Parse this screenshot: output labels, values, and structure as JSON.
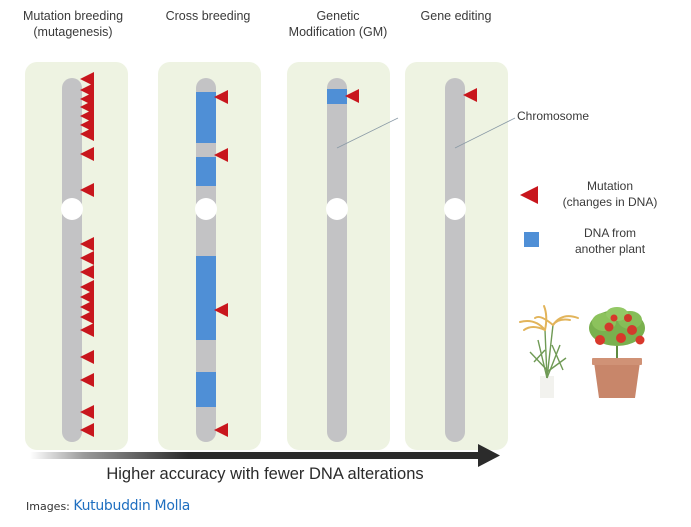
{
  "columns": [
    {
      "title_line1": "Mutation breeding",
      "title_line2": "(mutagenesis)",
      "mutations": [
        79,
        90,
        99,
        107,
        116,
        125,
        134,
        154,
        190,
        244,
        258,
        272,
        287,
        297,
        307,
        317,
        330,
        357,
        380,
        412,
        430
      ],
      "dna_segments": []
    },
    {
      "title_line1": "Cross breeding",
      "title_line2": "",
      "mutations": [
        97,
        155,
        310,
        430
      ],
      "dna_segments": [
        [
          92,
          143
        ],
        [
          157,
          186
        ],
        [
          256,
          340
        ],
        [
          372,
          407
        ]
      ]
    },
    {
      "title_line1": "Genetic",
      "title_line2": "Modification (GM)",
      "mutations": [
        96
      ],
      "dna_segments": [
        [
          89,
          104
        ]
      ]
    },
    {
      "title_line1": "Gene editing",
      "title_line2": "",
      "mutations": [
        95
      ],
      "dna_segments": []
    }
  ],
  "labels": {
    "chromosome": "Chromosome",
    "axis": "Higher accuracy with fewer DNA alterations"
  },
  "legend": {
    "mutation_line1": "Mutation",
    "mutation_line2": "(changes in DNA)",
    "dna_line1": "DNA from",
    "dna_line2": "another plant"
  },
  "illustrations": [
    "rice-plant",
    "tomato-plant"
  ],
  "caption": {
    "prefix": "Images:",
    "credit": "Kutubuddin Molla"
  },
  "colors": {
    "panel": "#eef3e2",
    "chromosome": "#c3c3c5",
    "dna": "#4f8fd6",
    "mutation": "#c8161d",
    "arrow": "#2b2b2b",
    "credit": "#1f6fc0"
  }
}
